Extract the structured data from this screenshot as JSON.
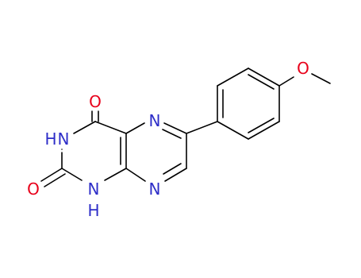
{
  "atoms": {
    "o_carbonyl_top": "O",
    "o_carbonyl_left": "O",
    "o_methoxy": "O",
    "n_pyrazine_top": "N",
    "n_pyrazine_bottom": "N",
    "nh_top": "H",
    "nh_top_n": "N",
    "nh_bottom": "H",
    "nh_bottom_n": "N"
  },
  "colors": {
    "bond": "#000000",
    "oxygen": "#e8001a",
    "nitrogen": "#2e2ec8",
    "background": "#ffffff"
  }
}
